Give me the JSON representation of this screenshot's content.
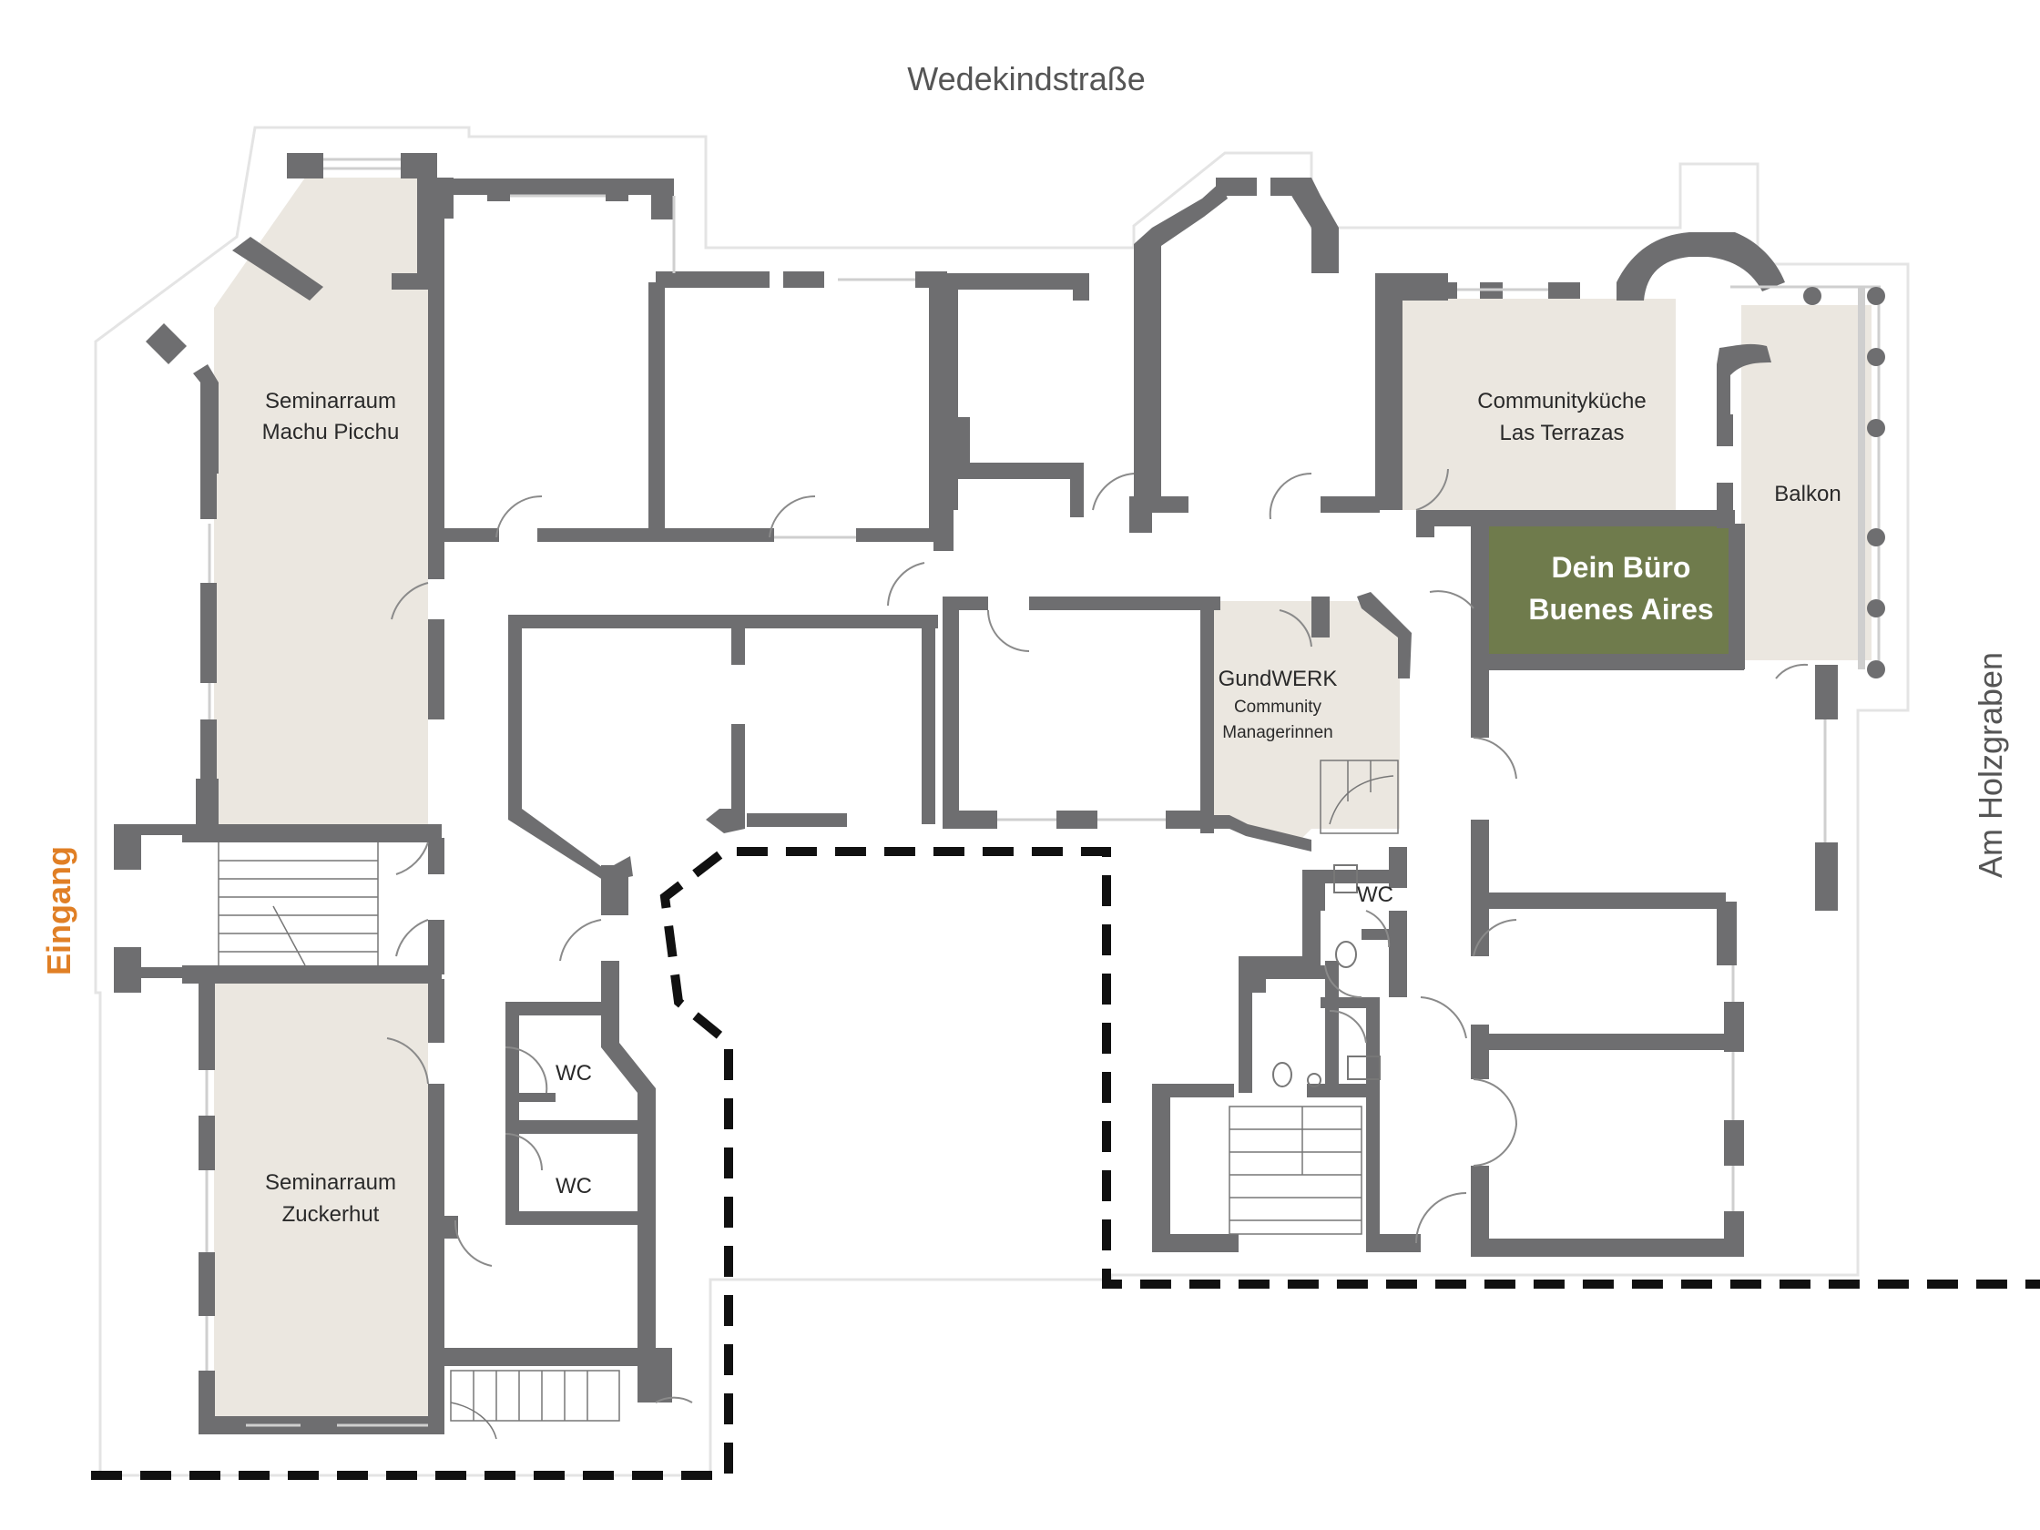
{
  "streets": {
    "north": "Wedekindstraße",
    "east": "Am Holzgraben"
  },
  "entrance_label": "Eingang",
  "rooms": {
    "seminar_machu": [
      "Seminarraum",
      "Machu Picchu"
    ],
    "seminar_zucker": [
      "Seminarraum",
      "Zuckerhut"
    ],
    "community_kitchen": [
      "Communityküche",
      "Las Terrazas"
    ],
    "balcony": "Balkon",
    "your_office": [
      "Dein Büro",
      "Buenes Aires"
    ],
    "gundwerk": [
      "GundWERK",
      "Community",
      "Managerinnen"
    ],
    "wc_1": "WC",
    "wc_2": "WC",
    "wc_3": "WC"
  },
  "colors": {
    "wall": "#6e6e70",
    "room_highlight": "#ebe7e0",
    "your_office": "#6f7b4c",
    "entrance": "#e07f25",
    "boundary": "#111111"
  }
}
